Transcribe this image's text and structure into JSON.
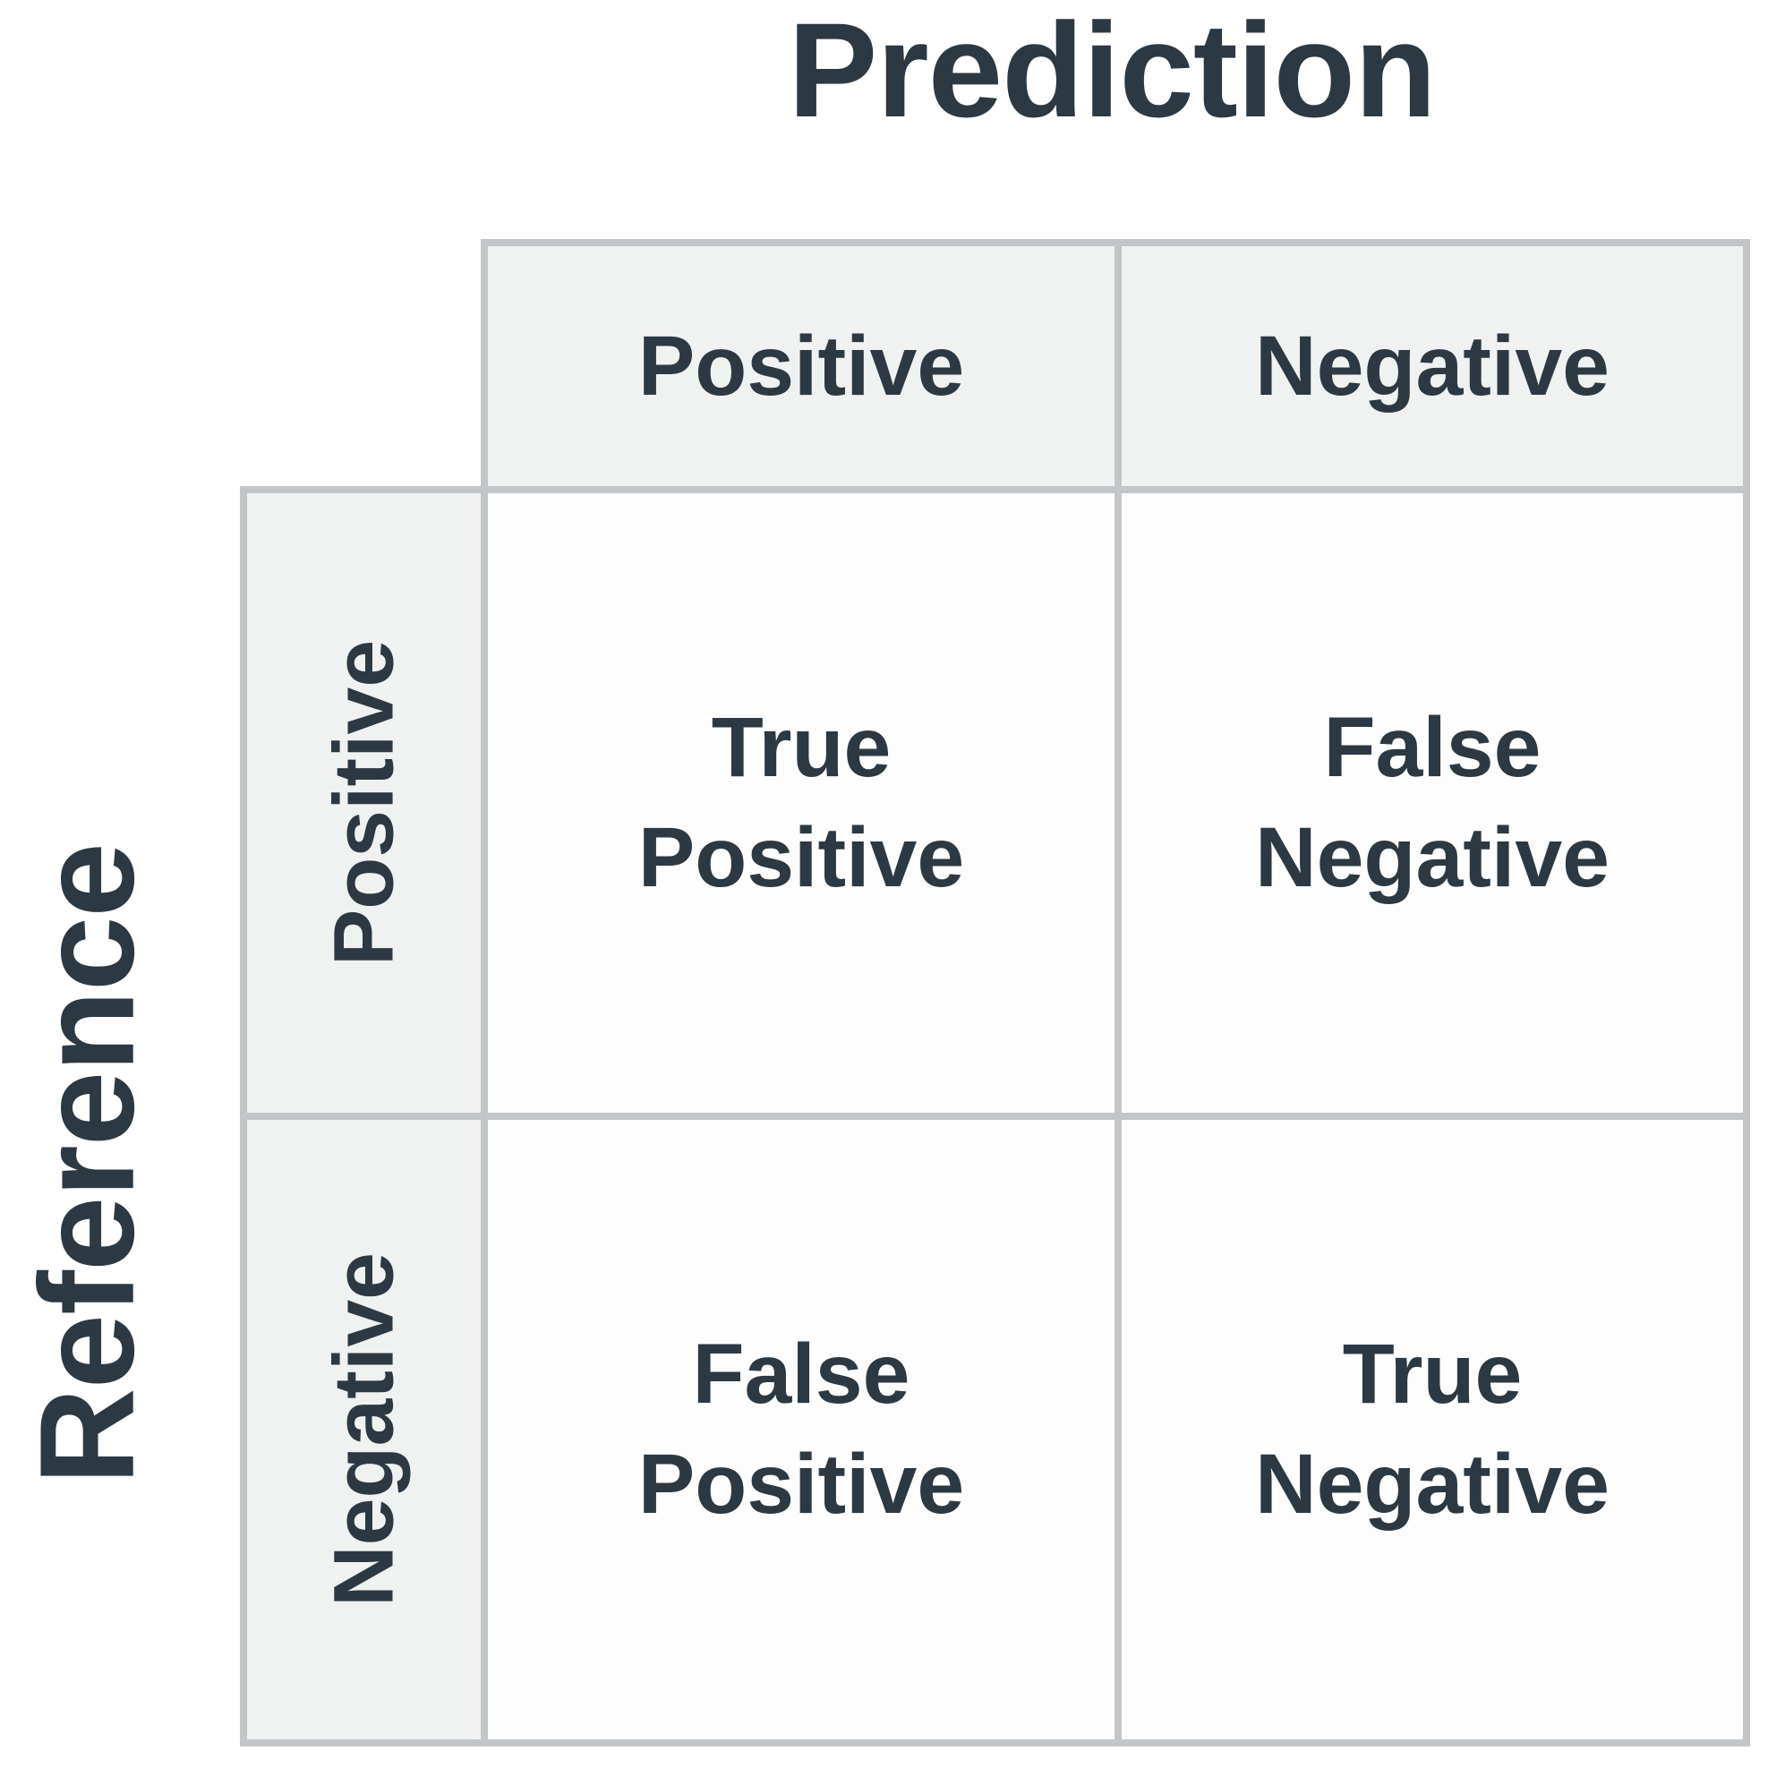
{
  "title": "Prediction",
  "side_label": "Reference",
  "matrix": {
    "col_headers": [
      "Positive",
      "Negative"
    ],
    "row_headers": [
      "Positive",
      "Negative"
    ],
    "cells": [
      [
        "True Positive",
        "False Negative"
      ],
      [
        "False Positive",
        "True Negative"
      ]
    ]
  },
  "colors": {
    "background": "#ffffff",
    "text": "#2c3943",
    "header_bg": "#f0f1f1",
    "cell_bg": "#fdfdfd",
    "border": "#c3c6c8"
  }
}
